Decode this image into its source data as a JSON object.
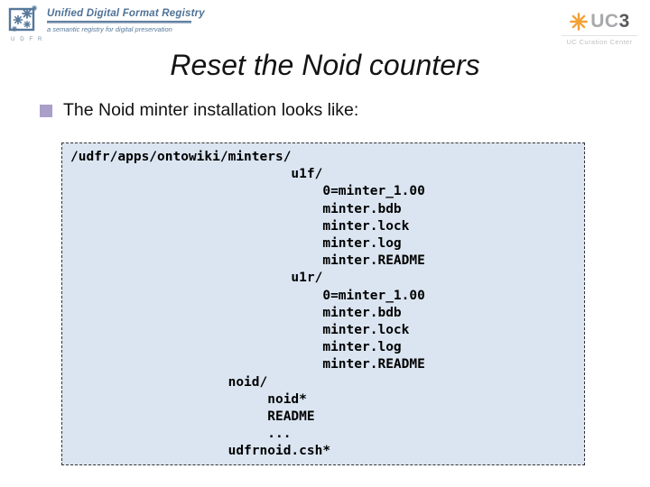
{
  "branding": {
    "udfr": {
      "acronym_letters": "U D F R",
      "title": "Unified Digital Format Registry",
      "tagline": "a semantic registry for digital preservation",
      "color": "#4e7296"
    },
    "uc3": {
      "prefix": "UC",
      "suffix": "3",
      "caption": "UC Curation Center",
      "asterisk_color": "#f2a135",
      "prefix_color": "#a7a9ac",
      "suffix_color": "#58595b"
    }
  },
  "slide": {
    "title": "Reset the Noid counters",
    "bullet_text": "The Noid minter installation looks like:",
    "bullet_color": "#a99fc9",
    "code_block": {
      "background": "#dbe5f1",
      "lines": [
        "/udfr/apps/ontowiki/minters/",
        "                            u1f/",
        "                                0=minter_1.00",
        "                                minter.bdb",
        "                                minter.lock",
        "                                minter.log",
        "                                minter.README",
        "                            u1r/",
        "                                0=minter_1.00",
        "                                minter.bdb",
        "                                minter.lock",
        "                                minter.log",
        "                                minter.README",
        "                    noid/",
        "                         noid*",
        "                         README",
        "                         ...",
        "                    udfrnoid.csh*"
      ]
    }
  }
}
